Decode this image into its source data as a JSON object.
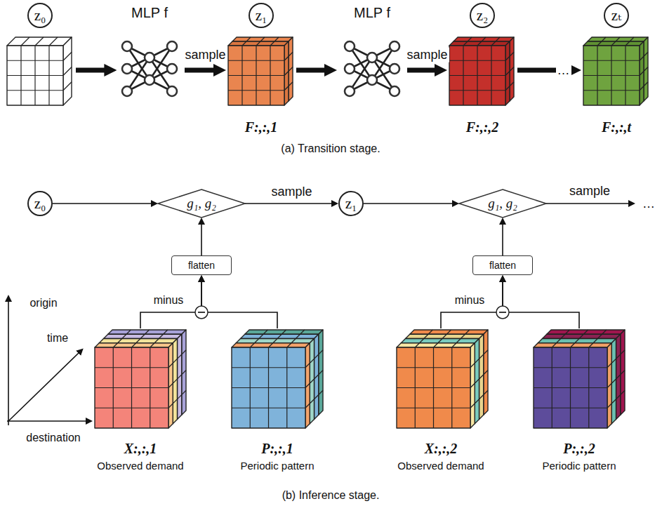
{
  "diagram": {
    "nodes": [
      {
        "text": [
          "z₀"
        ]
      },
      {
        "text": [
          "MLP f"
        ]
      },
      {
        "text": [
          "z₁"
        ]
      },
      {
        "text": [
          "F:,:,1"
        ]
      },
      {
        "text": [
          "MLP f"
        ]
      },
      {
        "text": [
          "z₂"
        ]
      },
      {
        "text": [
          "F:,:,2"
        ]
      },
      {
        "text": [
          "zₜ"
        ]
      },
      {
        "text": [
          "F:,:,t"
        ]
      },
      {
        "text": [
          "z₀"
        ]
      },
      {
        "text": [
          "g₁, g₂"
        ]
      },
      {
        "text": [
          "z₁"
        ]
      },
      {
        "text": [
          "g₁, g₂"
        ]
      },
      {
        "text": [
          "flatten"
        ]
      },
      {
        "text": [
          "flatten"
        ]
      },
      {
        "text": [
          "X:,:,1",
          "Observed demand"
        ]
      },
      {
        "text": [
          "P:,:,1",
          "Periodic pattern"
        ]
      },
      {
        "text": [
          "X:,:,2",
          "Observed demand"
        ]
      },
      {
        "text": [
          "P:,:,2",
          "Periodic pattern"
        ]
      }
    ],
    "edges": [
      {
        "from": 1,
        "to": 3,
        "arrow": "to",
        "label": "sample"
      },
      {
        "from": 3,
        "to": 4,
        "arrow": "to"
      },
      {
        "from": 4,
        "to": 6,
        "arrow": "to",
        "label": "sample"
      },
      {
        "from": 6,
        "to": 8,
        "arrow": "to",
        "label": "…"
      },
      {
        "from": 9,
        "to": 10,
        "arrow": "to"
      },
      {
        "from": 10,
        "to": 11,
        "arrow": "to",
        "label": "sample"
      },
      {
        "from": 11,
        "to": 12,
        "arrow": "to"
      },
      {
        "from": 13,
        "to": 10,
        "arrow": "to"
      },
      {
        "from": 14,
        "to": 12,
        "arrow": "to"
      },
      {
        "from": 15,
        "to": 13,
        "arrow": "to"
      },
      {
        "from": 16,
        "to": 13,
        "arrow": "to"
      },
      {
        "from": 17,
        "to": 14,
        "arrow": "to"
      },
      {
        "from": 18,
        "to": 14,
        "arrow": "to"
      }
    ],
    "labels": [
      "(a) Transition stage.",
      "sample",
      "…",
      "minus",
      "minus",
      "origin",
      "time",
      "destination",
      "(b) Inference stage."
    ]
  }
}
